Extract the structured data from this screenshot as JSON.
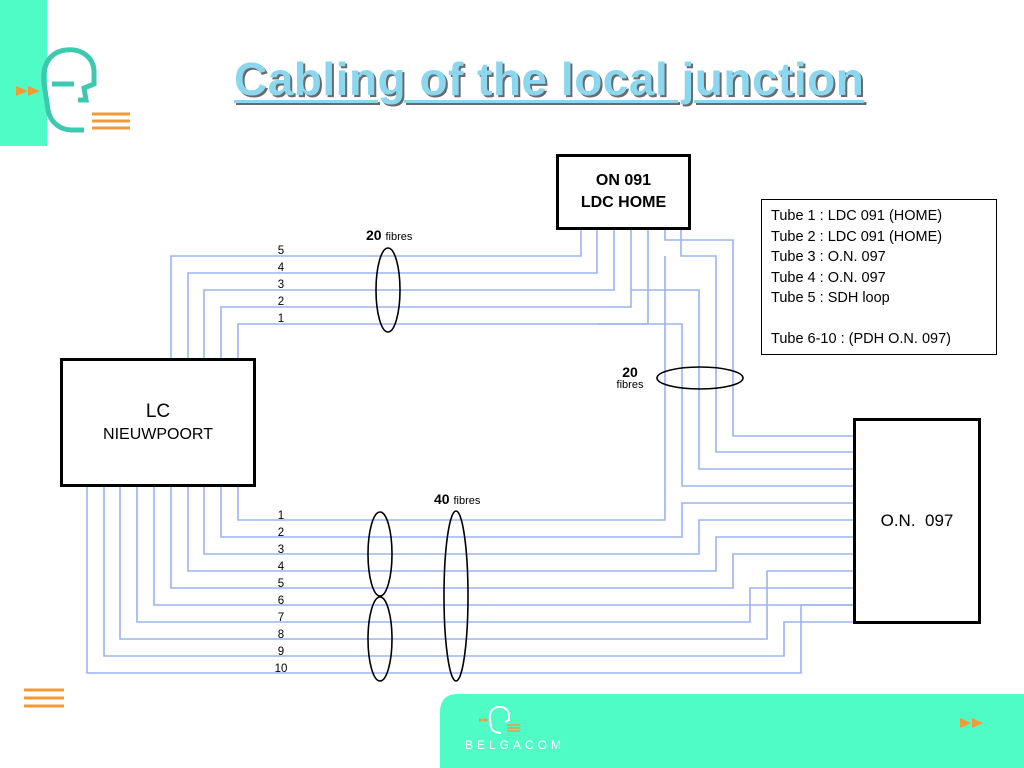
{
  "title": "Cabling of the local junction",
  "boxes": {
    "on091": {
      "line1": "ON 091",
      "line2": "LDC HOME"
    },
    "lc": {
      "line1": "LC",
      "line2": "NIEUWPOORT"
    },
    "on097": {
      "label": "O.N.  097"
    }
  },
  "legend": [
    "Tube 1 : LDC 091 (HOME)",
    "Tube 2 : LDC 091 (HOME)",
    "Tube 3 : O.N. 097",
    "Tube 4 : O.N. 097",
    "Tube 5 : SDH loop",
    "",
    "Tube 6-10 : (PDH O.N. 097)"
  ],
  "top_bundle": {
    "count": "20",
    "unit": "fibres",
    "tubes": [
      "5",
      "4",
      "3",
      "2",
      "1"
    ]
  },
  "right_bundle": {
    "count": "20",
    "unit": "fibres"
  },
  "bottom_bundle": {
    "count": "40",
    "unit": "fibres",
    "tubes": [
      "1",
      "2",
      "3",
      "4",
      "5",
      "6",
      "7",
      "8",
      "9",
      "10"
    ]
  },
  "footer": {
    "brand": "BELGACOM"
  },
  "colors": {
    "accent": "#4ffcc6",
    "title": "#8ad7ef",
    "cable": "#9bb4ee",
    "orange": "#f29a3a",
    "logo_teal": "#3cc9b0"
  }
}
